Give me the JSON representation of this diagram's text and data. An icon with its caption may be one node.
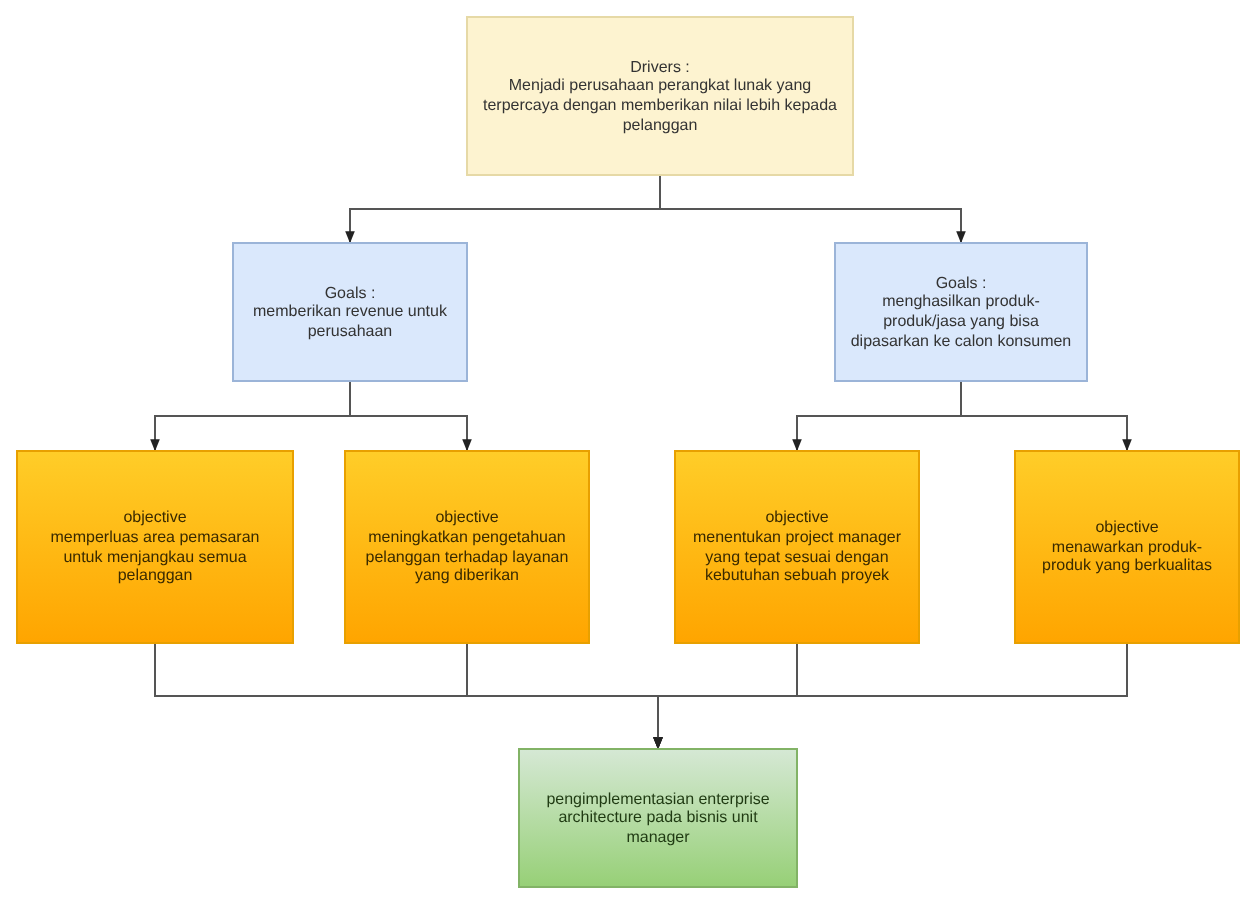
{
  "diagram": {
    "nodes": [
      {
        "text": [
          "Drivers :",
          "Menjadi perusahaan perangkat lunak yang terpercaya dengan memberikan nilai lebih kepada pelanggan"
        ]
      },
      {
        "text": [
          "Goals :",
          "memberikan revenue untuk perusahaan"
        ]
      },
      {
        "text": [
          "Goals :",
          "menghasilkan produk-produk/jasa yang bisa dipasarkan ke calon konsumen"
        ]
      },
      {
        "text": [
          "objective",
          "memperluas area pemasaran untuk menjangkau semua pelanggan"
        ]
      },
      {
        "text": [
          "objective",
          "meningkatkan pengetahuan pelanggan terhadap layanan yang diberikan"
        ]
      },
      {
        "text": [
          "objective",
          "menentukan project manager yang tepat sesuai dengan kebutuhan sebuah proyek"
        ]
      },
      {
        "text": [
          "objective",
          "menawarkan produk-produk yang berkualitas"
        ]
      },
      {
        "text": [
          "pengimplementasian enterprise architecture pada bisnis unit manager"
        ]
      }
    ],
    "edges": [
      {
        "from": 0,
        "to": 1,
        "arrow": "to"
      },
      {
        "from": 0,
        "to": 2,
        "arrow": "to"
      },
      {
        "from": 1,
        "to": 3,
        "arrow": "to"
      },
      {
        "from": 1,
        "to": 4,
        "arrow": "to"
      },
      {
        "from": 2,
        "to": 5,
        "arrow": "to"
      },
      {
        "from": 2,
        "to": 6,
        "arrow": "to"
      },
      {
        "from": 3,
        "to": 7,
        "arrow": "to"
      },
      {
        "from": 4,
        "to": 7,
        "arrow": "to"
      },
      {
        "from": 5,
        "to": 7,
        "arrow": "to"
      },
      {
        "from": 6,
        "to": 7,
        "arrow": "to"
      }
    ]
  }
}
